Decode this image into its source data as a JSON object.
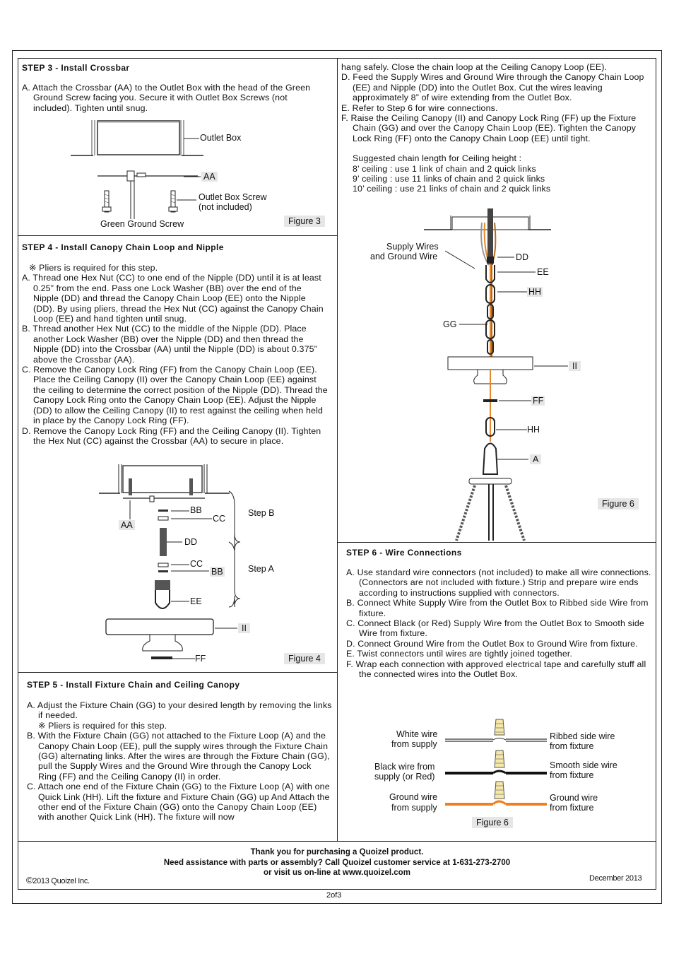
{
  "step3": {
    "heading": "STEP 3 - Install Crossbar",
    "a": "A. Attach the Crossbar (AA) to the Outlet Box with the head of the Green Ground Screw facing you. Secure it with Outlet Box Screws (not included).   Tighten until snug.",
    "labels": {
      "outlet_box": "Outlet  Box",
      "aa": "AA",
      "screw": "Outlet  Box Screw",
      "screw2": "(not included)",
      "ground": "Green Ground Screw"
    },
    "figure": "Figure 3"
  },
  "step4": {
    "heading": "STEP 4 - Install Canopy Chain Loop and Nipple",
    "note": "※ Pliers is required for this step.",
    "a": "A. Thread one Hex Nut (CC) to one end of the Nipple (DD) until it is at least 0.25” from the end. Pass one Lock Washer (BB) over the end of the Nipple (DD) and thread the Canopy Chain Loop (EE) onto the Nipple (DD). By using pliers, thread the Hex Nut (CC) against the Canopy Chain Loop (EE) and hand tighten until snug.",
    "b": "B. Thread another Hex Nut (CC) to the middle of the Nipple (DD). Place another Lock Washer (BB) over the Nipple (DD) and then thread the Nipple (DD) into the Crossbar (AA) until the Nipple (DD) is about 0.375” above the Crossbar (AA).",
    "c": "C. Remove the Canopy Lock Ring (FF) from the Canopy Chain Loop (EE). Place the Ceiling Canopy (II) over the Canopy Chain Loop (EE) against the ceiling to determine the correct position of the Nipple (DD). Thread the Canopy Lock Ring onto the Canopy Chain Loop (EE). Adjust the Nipple (DD) to allow the Ceiling Canopy (II) to rest against the ceiling when held in place by the Canopy Lock Ring (FF).",
    "d": "D. Remove the Canopy Lock Ring (FF) and the Ceiling Canopy (II). Tighten the Hex Nut (CC) against the Crossbar (AA) to secure in place.",
    "labels": {
      "bb1": "BB",
      "cc1": "CC",
      "aa": "AA",
      "dd": "DD",
      "cc2": "CC",
      "bb2": "BB",
      "ee": "EE",
      "ii": "II",
      "ff": "FF",
      "step_b": "Step B",
      "step_a": "Step A"
    },
    "figure": "Figure 4"
  },
  "step5": {
    "heading": "STEP 5 - Install Fixture Chain and Ceiling Canopy",
    "a": "A.  Adjust the Fixture Chain (GG) to your desired length by removing the links if needed.",
    "note": "※ Pliers is required for this step.",
    "b": "B. With the Fixture Chain (GG) not attached to the Fixture Loop (A) and the Canopy Chain Loop (EE), pull the supply wires through the Fixture Chain (GG) alternating links. After the wires are through the Fixture Chain (GG), pull the Supply Wires and the Ground Wire through the Canopy Lock Ring (FF) and the Ceiling Canopy (II) in order.",
    "c": "C. Attach one end of the Fixture Chain (GG) to the Fixture Loop (A) with one Quick Link (HH). Lift the fixture and Fixture Chain (GG) up And Attach the other end of the Fixture Chain (GG) onto the Canopy Chain Loop (EE) with another Quick Link (HH). The fixture will now"
  },
  "step5_cont": {
    "c_cont": "hang safely. Close the chain  loop at the Ceiling Canopy Loop (EE).",
    "d": "D. Feed the Supply Wires and Ground Wire through the Canopy Chain Loop (EE) and Nipple (DD) into the Outlet Box. Cut the wires leaving approximately 8” of wire extending from the Outlet Box.",
    "e": "E. Refer to Step 6 for wire connections.",
    "f": "F. Raise the Ceiling Canopy (II) and Canopy Lock Ring (FF) up the Fixture Chain (GG) and over the Canopy Chain Loop (EE). Tighten the Canopy Lock Ring (FF) onto the Canopy Chain Loop (EE) until tight.",
    "suggest": "Suggested chain length for Ceiling height :",
    "s8": "8’ ceiling : use 1 link of chain and 2 quick links",
    "s9": "9’ ceiling : use 11 links of chain and 2 quick links",
    "s10": "10’ ceiling : use 21 links of chain and 2 quick links",
    "labels": {
      "supply1": "Supply Wires",
      "supply2": "and Ground Wire",
      "dd": "DD",
      "ee": "EE",
      "hh1": "HH",
      "gg": "GG",
      "ii": "II",
      "ff": "FF",
      "hh2": "HH",
      "a": "A"
    },
    "figure": "Figure 6"
  },
  "step6": {
    "heading": "STEP 6 - Wire Connections",
    "a": "A. Use standard wire connectors (not included) to make all wire connections. (Connectors are not included with fixture.) Strip and prepare wire ends according to instructions supplied with connectors.",
    "b": "B. Connect White Supply Wire from the Outlet Box to Ribbed side Wire from fixture.",
    "c": "C. Connect Black (or Red) Supply Wire from the Outlet Box to Smooth side Wire from fixture.",
    "d": "D. Connect Ground Wire from the Outlet Box to Ground Wire from fixture.",
    "e": "E. Twist connectors until wires are tightly joined together.",
    "f": "F. Wrap each connection with approved electrical tape and carefully stuff all the connected wires into the Outlet Box.",
    "labels": {
      "white1": "White wire",
      "white2": "from supply",
      "black1": "Black wire from",
      "black2": "supply (or Red)",
      "ground1": "Ground wire",
      "ground2": "from supply",
      "ribbed1": "Ribbed side wire",
      "ribbed2": "from fixture",
      "smooth1": "Smooth side wire",
      "smooth2": "from fixture",
      "fground1": "Ground wire",
      "fground2": "from fixture"
    },
    "figure": "Figure 6"
  },
  "footer": {
    "line1": "Thank you for purchasing a Quoizel product.",
    "line2": "Need assistance with parts or assembly? Call Quoizel customer service at 1-631-273-2700",
    "line3": "or visit us on-line at www.quoizel.com",
    "copyright_symbol": "©",
    "copyright": "2013  Quoizel Inc.",
    "date": "December 2013"
  },
  "page": "2of3"
}
